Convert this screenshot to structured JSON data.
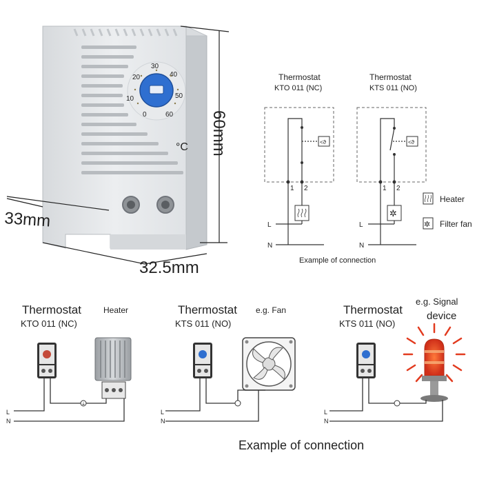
{
  "dimensions": {
    "height": "60mm",
    "depth": "33mm",
    "width": "32.5mm"
  },
  "device": {
    "dial_scale": [
      "0",
      "10",
      "20",
      "30",
      "40",
      "50",
      "60"
    ],
    "unit": "°C"
  },
  "schematic": {
    "left": {
      "name": "Thermostat",
      "model": "KTO 011 (NC)"
    },
    "right": {
      "name": "Thermostat",
      "model": "KTS 011 (NO)"
    },
    "terminal_1": "1",
    "terminal_2": "2",
    "line_label": "L",
    "neutral_label": "N",
    "legend": {
      "heater": "Heater",
      "filter_fan": "Filter fan"
    },
    "caption": "Example of connection"
  },
  "examples": [
    {
      "name": "Thermostat",
      "model": "KTO 011 (NC)",
      "load": "Heater"
    },
    {
      "name": "Thermostat",
      "model": "KTS 011 (NO)",
      "load": "e.g. Fan"
    },
    {
      "name": "Thermostat",
      "model": "KTS 011 (NO)",
      "load_line1": "e.g. Signal",
      "load_line2": "device"
    }
  ],
  "wire_labels": {
    "line": "L",
    "neutral": "N"
  },
  "caption": "Example of connection",
  "colors": {
    "dial_blue": "#2f6fd0",
    "housing": "#e6e8ea",
    "housing_shadow": "#c9cdd1",
    "signal_red": "#e23a1e",
    "signal_orange": "#f07a2a"
  }
}
